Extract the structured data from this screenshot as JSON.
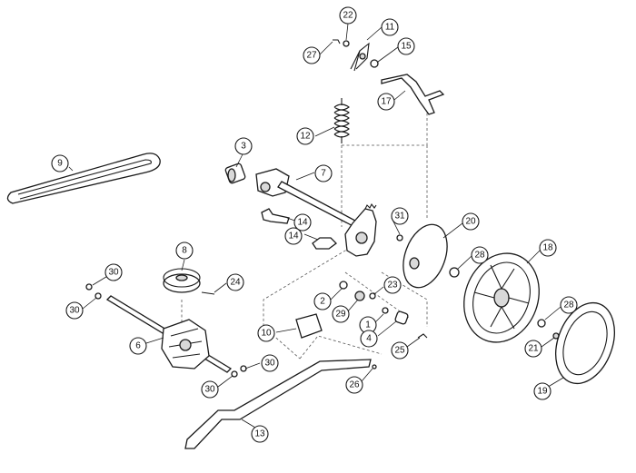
{
  "diagram": {
    "callouts": [
      {
        "id": "c1",
        "label": "1"
      },
      {
        "id": "c2",
        "label": "2"
      },
      {
        "id": "c3",
        "label": "3"
      },
      {
        "id": "c4",
        "label": "4"
      },
      {
        "id": "c6",
        "label": "6"
      },
      {
        "id": "c7",
        "label": "7"
      },
      {
        "id": "c8",
        "label": "8"
      },
      {
        "id": "c9",
        "label": "9"
      },
      {
        "id": "c10",
        "label": "10"
      },
      {
        "id": "c11",
        "label": "11"
      },
      {
        "id": "c12",
        "label": "12"
      },
      {
        "id": "c13",
        "label": "13"
      },
      {
        "id": "c14a",
        "label": "14"
      },
      {
        "id": "c14b",
        "label": "14"
      },
      {
        "id": "c15",
        "label": "15"
      },
      {
        "id": "c17",
        "label": "17"
      },
      {
        "id": "c18",
        "label": "18"
      },
      {
        "id": "c19",
        "label": "19"
      },
      {
        "id": "c20",
        "label": "20"
      },
      {
        "id": "c21",
        "label": "21"
      },
      {
        "id": "c22",
        "label": "22"
      },
      {
        "id": "c23",
        "label": "23"
      },
      {
        "id": "c24",
        "label": "24"
      },
      {
        "id": "c25",
        "label": "25"
      },
      {
        "id": "c26",
        "label": "26"
      },
      {
        "id": "c27",
        "label": "27"
      },
      {
        "id": "c28a",
        "label": "28"
      },
      {
        "id": "c28b",
        "label": "28"
      },
      {
        "id": "c29",
        "label": "29"
      },
      {
        "id": "c30a",
        "label": "30"
      },
      {
        "id": "c30b",
        "label": "30"
      },
      {
        "id": "c30c",
        "label": "30"
      },
      {
        "id": "c30d",
        "label": "30"
      },
      {
        "id": "c31",
        "label": "31"
      }
    ]
  }
}
